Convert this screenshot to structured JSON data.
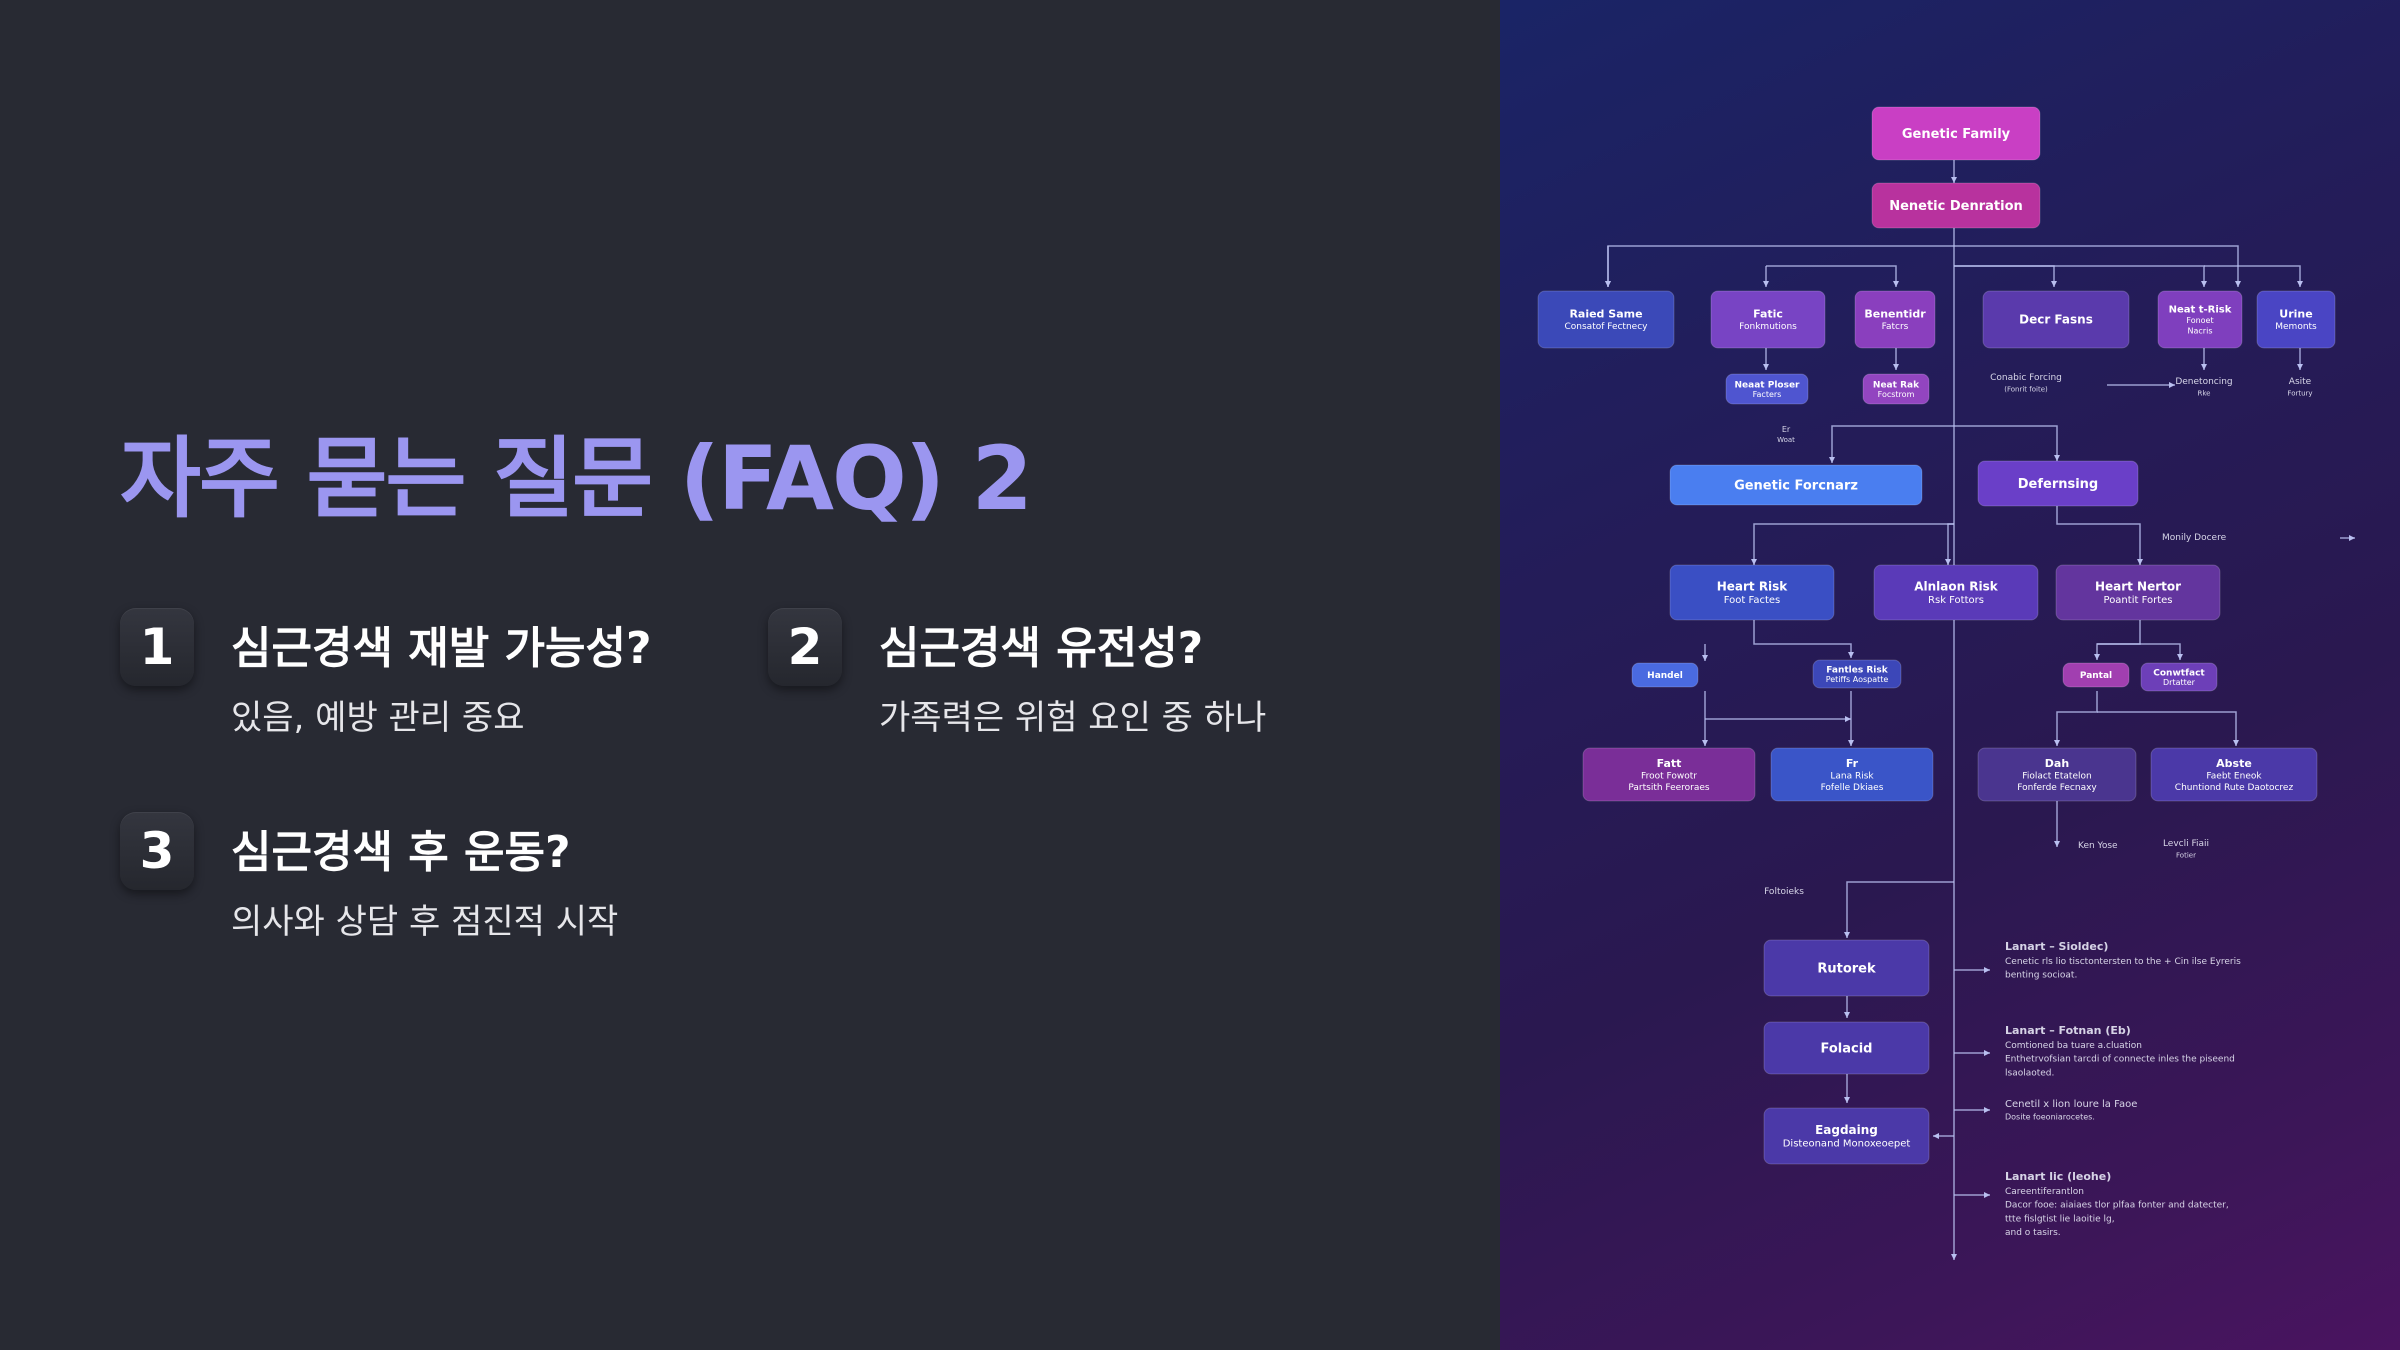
{
  "page": {
    "title": "자주 묻는 질문 (FAQ) 2",
    "faqs": [
      {
        "num": "1",
        "question": "심근경색 재발 가능성?",
        "answer": "있음, 예방 관리 중요"
      },
      {
        "num": "2",
        "question": "심근경색 유전성?",
        "answer": "가족력은 위험 요인 중 하나"
      },
      {
        "num": "3",
        "question": "심근경색 후 운동?",
        "answer": "의사와 상담 후 점진적 시작"
      }
    ]
  },
  "colors": {
    "background": "#282a33",
    "title": "#9b96f0",
    "question": "#ffffff",
    "answer": "#e6e6ea",
    "magenta": "#c93fc4",
    "purple": "#6a3fc0",
    "blue": "#3a4fc4",
    "bright_blue": "#4a7ef0"
  },
  "diagram": {
    "nodes": [
      {
        "id": "n1",
        "lines": [
          "Genetic Family"
        ],
        "color": "#c93fc4"
      },
      {
        "id": "n2",
        "lines": [
          "Nenetic Denration"
        ],
        "color": "#b8329e"
      },
      {
        "id": "n3",
        "lines": [
          "Raied Same",
          "Consatof Fectnecy"
        ],
        "color": "#3b49b8"
      },
      {
        "id": "n4",
        "lines": [
          "Fatic",
          "Fonkmutions"
        ],
        "color": "#7844c4"
      },
      {
        "id": "n5",
        "lines": [
          "Benentidr",
          "Fatcrs"
        ],
        "color": "#8a3fbe"
      },
      {
        "id": "n6",
        "lines": [
          "Decr Fasns"
        ],
        "color": "#5a3aac"
      },
      {
        "id": "n7",
        "lines": [
          "Neat t-Risk",
          "Fonoet",
          "Nacris"
        ],
        "color": "#7f3fbe"
      },
      {
        "id": "n8",
        "lines": [
          "Urine",
          "Memonts"
        ],
        "color": "#4a45c4"
      },
      {
        "id": "n9",
        "lines": [
          "Neaat Ploser",
          "Facters"
        ],
        "color": "#4f55d0"
      },
      {
        "id": "n10",
        "lines": [
          "Neat Rak",
          "Focstrom"
        ],
        "color": "#9245c0"
      },
      {
        "id": "n11",
        "lines": [
          "Genetic Forcnarz"
        ],
        "color": "#4a7ef0"
      },
      {
        "id": "n12",
        "lines": [
          "Defernsing"
        ],
        "color": "#6a3fc8"
      },
      {
        "id": "n13",
        "lines": [
          "Heart Risk",
          "Foot Factes"
        ],
        "color": "#3a4fc4"
      },
      {
        "id": "n14",
        "lines": [
          "Alnlaon Risk",
          "Rsk Fottors"
        ],
        "color": "#5a3ab8"
      },
      {
        "id": "n15",
        "lines": [
          "Heart Nertor",
          "Poantit Fortes"
        ],
        "color": "#63359e"
      },
      {
        "id": "n16",
        "lines": [
          "Handel"
        ],
        "color": "#4a6ae0"
      },
      {
        "id": "n17",
        "lines": [
          "Fantles Risk",
          "Petiffs Aospatte"
        ],
        "color": "#3c47b8"
      },
      {
        "id": "n18",
        "lines": [
          "Pantal"
        ],
        "color": "#a13fb0"
      },
      {
        "id": "n19",
        "lines": [
          "Conwtfact",
          "Drtatter"
        ],
        "color": "#6d3fb8"
      },
      {
        "id": "n20",
        "lines": [
          "Fatt",
          "Froot Fowotr",
          "Partsith Feeroraes"
        ],
        "color": "#7a2e98"
      },
      {
        "id": "n21",
        "lines": [
          "Fr",
          "Lana Risk",
          "Fofelle Dkiaes"
        ],
        "color": "#3a55c8"
      },
      {
        "id": "n22",
        "lines": [
          "Dah",
          "Fiolact Etatelon",
          "Fonferde Fecnaxy"
        ],
        "color": "#4a358f"
      },
      {
        "id": "n23",
        "lines": [
          "Abste",
          "Faebt Eneok",
          "Chuntiond Rute Daotocrez"
        ],
        "color": "#4b39a8"
      },
      {
        "id": "n24",
        "lines": [
          "Rutorek"
        ],
        "color": "#4b39a8"
      },
      {
        "id": "n25",
        "lines": [
          "Folacid"
        ],
        "color": "#4b39a8"
      },
      {
        "id": "n26",
        "lines": [
          "Eagdaing",
          "Disteonand Monoxeoepet"
        ],
        "color": "#4b39a8"
      }
    ],
    "labels": [
      {
        "id": "l1",
        "lines": [
          "Conabic Forcing",
          "(Fonrit foite)"
        ]
      },
      {
        "id": "l2",
        "lines": [
          "Denetoncing",
          "Rke"
        ]
      },
      {
        "id": "l3",
        "lines": [
          "Asite",
          "Fortury"
        ]
      },
      {
        "id": "l4",
        "lines": [
          "Er",
          "Woat"
        ]
      },
      {
        "id": "l5",
        "lines": [
          "Monily Docere"
        ]
      },
      {
        "id": "l6",
        "lines": [
          "Ken Yose"
        ]
      },
      {
        "id": "l7",
        "lines": [
          "Levcli Fiaii",
          "Fotier"
        ]
      },
      {
        "id": "l8",
        "lines": [
          "Foltoieks"
        ]
      },
      {
        "id": "l9",
        "lines": [
          "Lanart – Sioldec)",
          "Cenetic rls lio tisctontersten to the + Cin ilse Eyreris",
          "benting socioat."
        ]
      },
      {
        "id": "l10",
        "lines": [
          "Lanart – Fotnan (Eb)",
          "Comtioned ba tuare a.cluation",
          "Enthetrvofsian tarcdi of connecte inles the piseend",
          "lsaolaoted."
        ]
      },
      {
        "id": "l11",
        "lines": [
          "Cenetil x lion loure la Faoe",
          "Dosite foeoniarocetes."
        ]
      },
      {
        "id": "l12",
        "lines": [
          "Lanart lic (leohe)",
          "Careentiferantlon",
          "Dacor fooe: aiaiaes tlor plfaa fonter and datecter,",
          "ttte fislgtist lie laoitie lg,",
          "and o tasirs."
        ]
      }
    ]
  }
}
